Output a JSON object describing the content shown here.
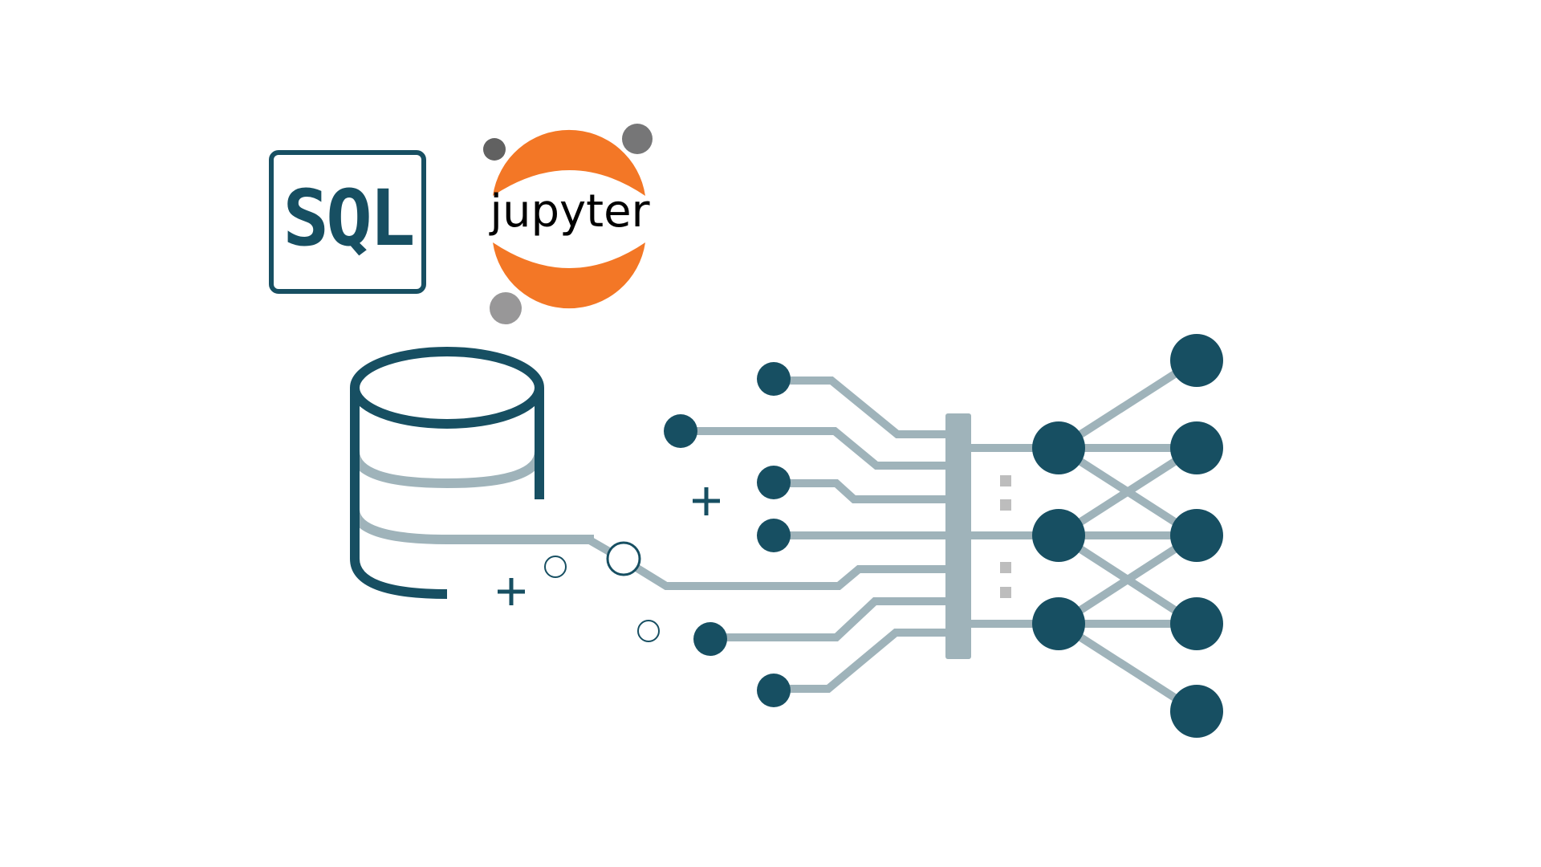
{
  "colors": {
    "dark": "#174f62",
    "muted": "#9fb3ba",
    "orange": "#f37726",
    "gray_dark": "#616161",
    "gray_mid": "#767677",
    "gray_light": "#989798",
    "background": "#ffffff"
  },
  "logos": {
    "sql": {
      "label": "SQL"
    },
    "jupyter": {
      "label": "jupyter"
    }
  },
  "icons": [
    "database-icon",
    "neural-network-icon",
    "plus-icon"
  ],
  "network": {
    "input_nodes": 7,
    "hidden_nodes": 3,
    "output_nodes": 5
  }
}
